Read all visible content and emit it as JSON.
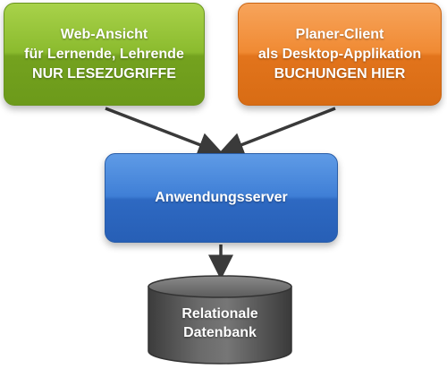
{
  "nodes": {
    "web": {
      "lines": [
        "Web-Ansicht",
        "für Lernende, Lehrende",
        "NUR LESEZUGRIFFE"
      ]
    },
    "planer": {
      "lines": [
        "Planer-Client",
        "als Desktop-Applikation",
        "BUCHUNGEN HIER"
      ]
    },
    "server": {
      "label": "Anwendungsserver"
    },
    "database": {
      "lines": [
        "Relationale",
        "Datenbank"
      ]
    }
  },
  "colors": {
    "web": "#8bbb2e",
    "planer": "#f08a33",
    "server": "#3f7fd6",
    "database": "#5a5a5a",
    "arrow": "#3a3a3a"
  },
  "edges": [
    {
      "from": "web",
      "to": "server"
    },
    {
      "from": "planer",
      "to": "server"
    },
    {
      "from": "server",
      "to": "database"
    }
  ]
}
